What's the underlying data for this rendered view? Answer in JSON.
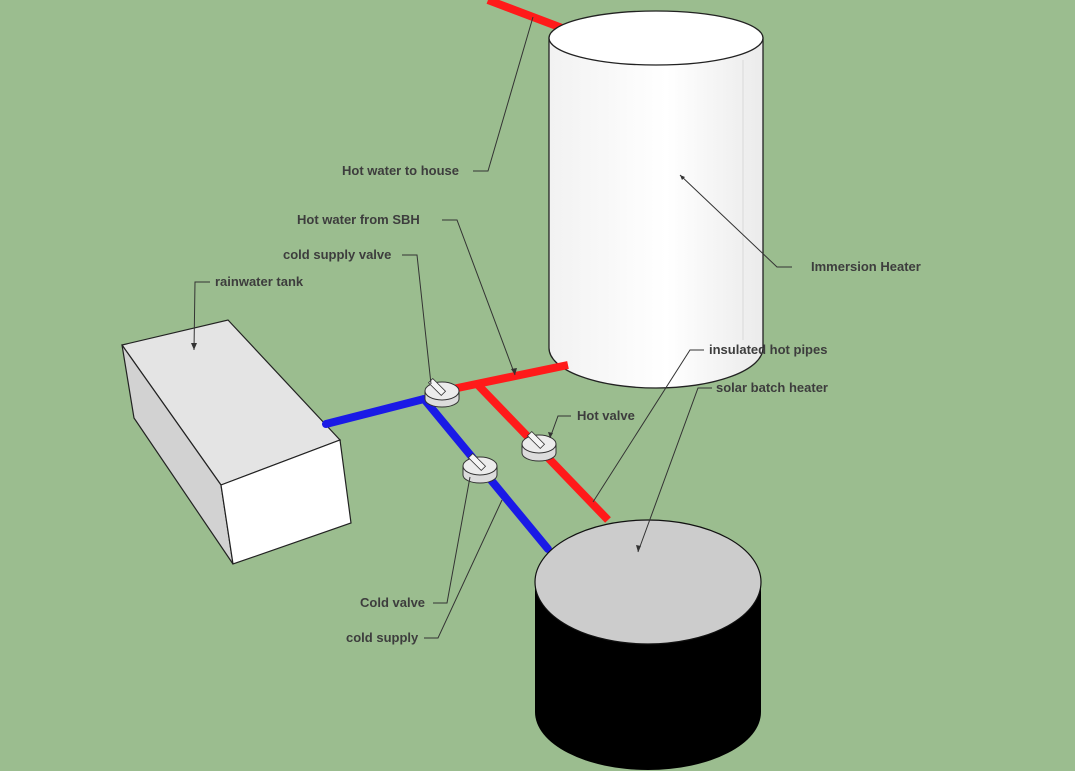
{
  "colors": {
    "background": "#9bbd8f",
    "hot_pipe": "#ff1a1a",
    "cold_pipe": "#1a1ae6",
    "immersion_heater_body": "#ffffff",
    "solar_batch_heater_body": "#000000",
    "solar_batch_heater_top": "#cccccc",
    "rainwater_tank": "#e8e8e8"
  },
  "labels": {
    "hot_water_to_house": "Hot water to house",
    "hot_water_from_sbh": "Hot  water  from SBH",
    "cold_supply_valve": "cold supply valve",
    "rainwater_tank": "rainwater tank",
    "immersion_heater": "Immersion Heater",
    "insulated_hot_pipes": "insulated hot pipes",
    "solar_batch_heater": "solar batch heater",
    "hot_valve": "Hot valve",
    "cold_valve": "Cold valve",
    "cold_supply": "cold supply"
  }
}
